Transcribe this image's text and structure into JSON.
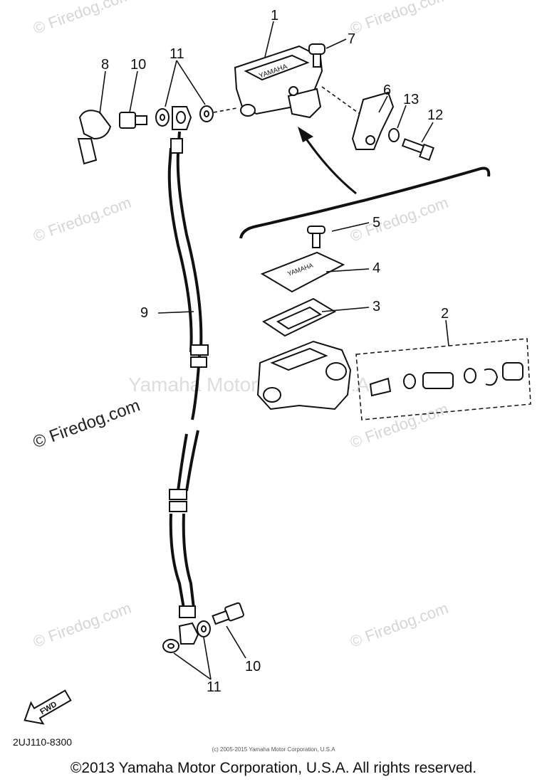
{
  "watermarks": {
    "site": "© Firedog.com",
    "center": "Yamaha Motor Corp.,U.S.A."
  },
  "callouts": {
    "c1": "1",
    "c2": "2",
    "c3": "3",
    "c4": "4",
    "c5": "5",
    "c6": "6",
    "c7": "7",
    "c8": "8",
    "c9": "9",
    "c10a": "10",
    "c10b": "10",
    "c11a": "11",
    "c11b": "11",
    "c12": "12",
    "c13": "13"
  },
  "fwd_label": "FWD",
  "yamaha_mark": "YAMAHA",
  "diagram_code": "2UJ110-8300",
  "small_copyright": "(c) 2005-2015 Yamaha Motor Corporation, U.S.A",
  "footer_copyright": "©2013 Yamaha Motor Corporation, U.S.A. All rights reserved."
}
